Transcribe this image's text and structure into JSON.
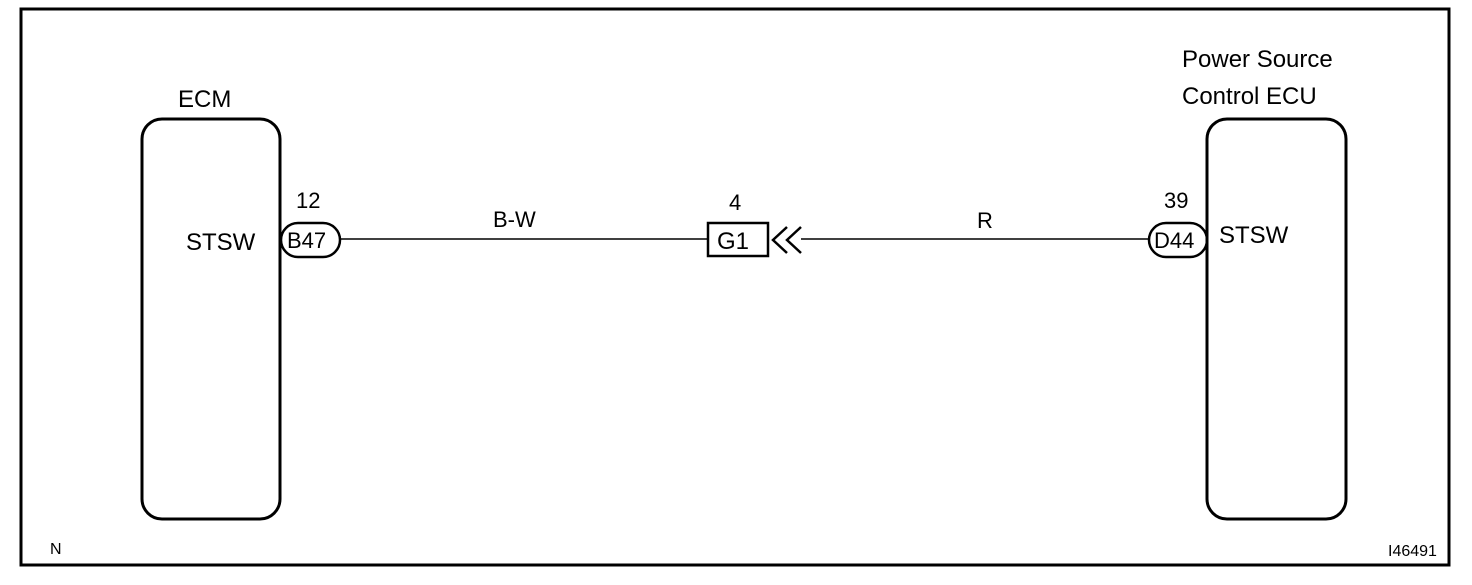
{
  "ecm": {
    "title": "ECM",
    "terminal_name": "STSW",
    "pin_number": "12",
    "connector": "B47"
  },
  "power_source_ecu": {
    "title_line1": "Power Source",
    "title_line2": "Control ECU",
    "terminal_name": "STSW",
    "pin_number": "39",
    "connector": "D44"
  },
  "junction": {
    "pin_number": "4",
    "connector": "G1"
  },
  "wires": {
    "left_color": "B-W",
    "right_color": "R"
  },
  "footer": {
    "left_mark": "N",
    "figure_id": "I46491"
  }
}
